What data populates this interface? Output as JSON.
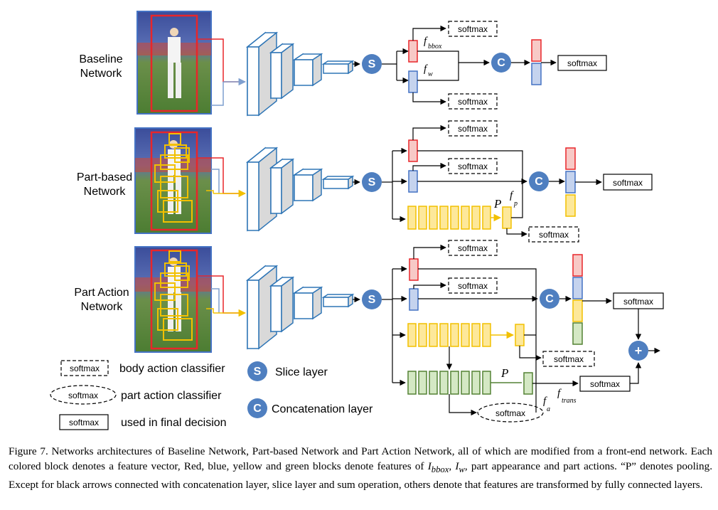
{
  "colors": {
    "red": "#e8262a",
    "red_fill": "#f7c9c6",
    "blue": "#4472c4",
    "blue_fill": "#c5d3ee",
    "yellow": "#f2c000",
    "yellow_fill": "#fde89a",
    "green": "#548235",
    "green_fill": "#d4e8c4",
    "layer_stroke": "#2e75b6",
    "node_fill": "#4f7fc0"
  },
  "rows": [
    {
      "title_line1": "Baseline",
      "title_line2": "Network"
    },
    {
      "title_line1": "Part-based",
      "title_line2": "Network"
    },
    {
      "title_line1": "Part Action",
      "title_line2": "Network"
    }
  ],
  "nodes": {
    "slice": "S",
    "concat": "C",
    "sum": "+"
  },
  "labels": {
    "softmax": "softmax",
    "f": "f",
    "bbox_sub": "bbox",
    "w_sub": "w",
    "p_sub": "p",
    "a_sub": "a",
    "trans_sub": "trans",
    "pooling": "P"
  },
  "legend": {
    "body": "body action classifier",
    "part": "part action classifier",
    "final": "used in final decision",
    "slice": "Slice layer",
    "concat": "Concatenation layer"
  },
  "caption": {
    "part1": "Figure 7. Networks architectures of Baseline Network, Part-based Network and Part Action Network, all of which are modified from a front-end network.  Each colored block denotes a feature vector, Red, blue, yellow and green blocks denote features of ",
    "math1": "I",
    "math1_sub": "bbox",
    "sep1": ", ",
    "math2": "I",
    "math2_sub": "w",
    "part2": ", part appearance and part actions.  “P” denotes pooling.  Except for black arrows connected with concatenation layer, slice layer and sum operation, others denote that features are transformed by fully connected layers."
  }
}
